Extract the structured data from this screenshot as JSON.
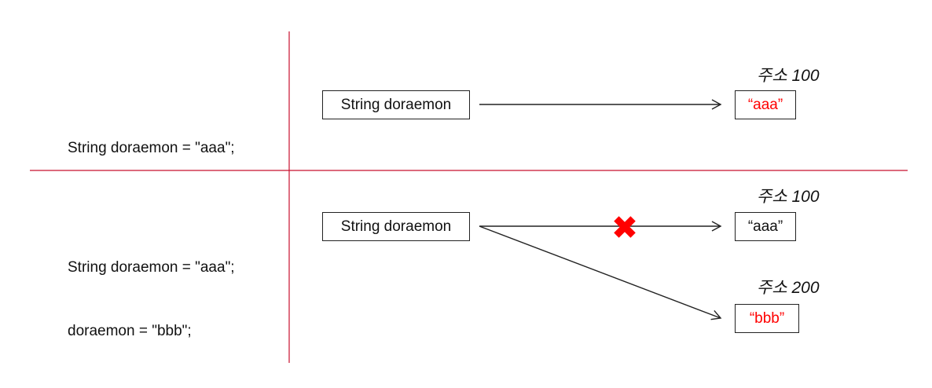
{
  "row1": {
    "code_line1": "String doraemon = \"aaa\";",
    "var_box": "String doraemon",
    "address_label": "주소 100",
    "value_box": "“aaa”"
  },
  "row2": {
    "code_line1": "String doraemon = \"aaa\";",
    "code_line2": "doraemon = \"bbb\";",
    "var_box": "String doraemon",
    "old_address_label": "주소 100",
    "old_value_box": "“aaa”",
    "new_address_label": "주소 200",
    "new_value_box": "“bbb”"
  },
  "colors": {
    "divider": "#c8102e",
    "highlight_text": "#ff0000",
    "cross_mark": "#ff0000",
    "arrow": "#222222"
  }
}
